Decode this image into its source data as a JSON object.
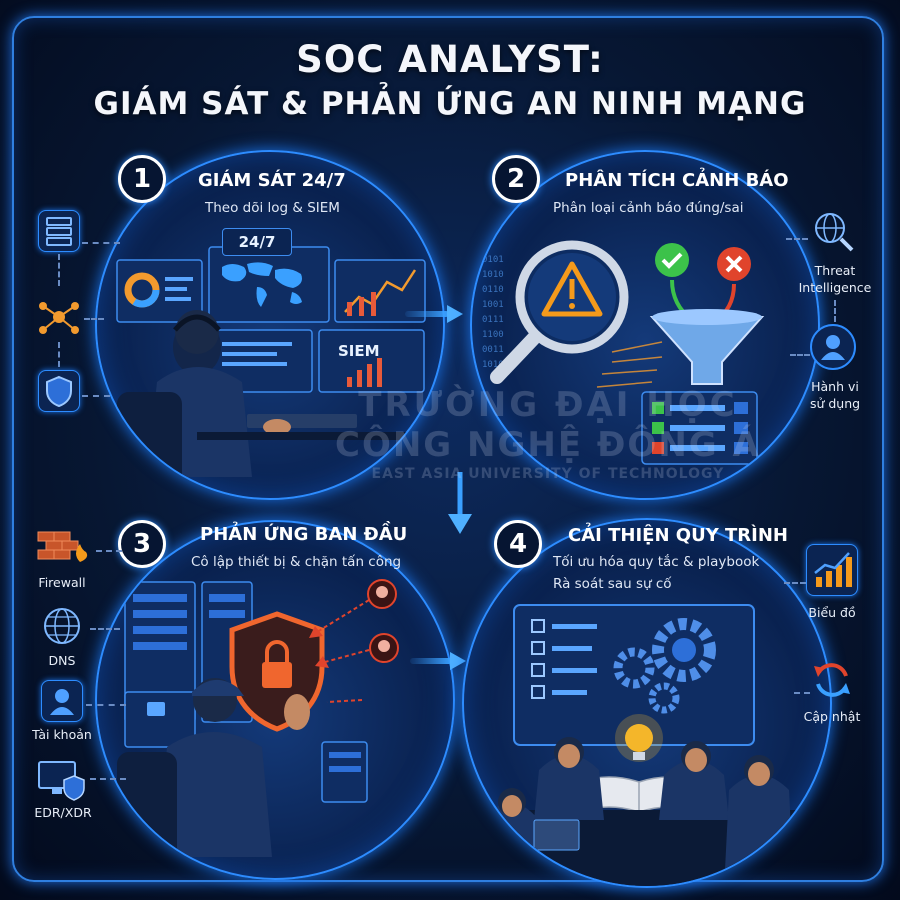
{
  "title": {
    "line1": "SOC ANALYST:",
    "line2": "GIÁM SÁT & PHẢN ỨNG AN NINH MẠNG"
  },
  "steps": [
    {
      "number": "1",
      "title": "GIÁM SÁT 24/7",
      "subtitle": "Theo dõi log & SIEM",
      "screen_labels": [
        "24/7",
        "SIEM"
      ]
    },
    {
      "number": "2",
      "title": "PHÂN TÍCH CẢNH BÁO",
      "subtitle": "Phân loại cảnh báo đúng/sai"
    },
    {
      "number": "3",
      "title": "PHẢN ỨNG BAN ĐẦU",
      "subtitle": "Cô lập thiết bị & chặn tấn công"
    },
    {
      "number": "4",
      "title": "CẢI THIỆN QUY TRÌNH",
      "subtitle": "Tối ưu hóa quy tắc & playbook",
      "subtitle2": "Rà soát sau sự cố"
    }
  ],
  "side_icons": {
    "step1": [
      "server-icon",
      "network-icon",
      "shield-icon"
    ],
    "step2": [
      {
        "icon": "globe-search-icon",
        "label1": "Threat",
        "label2": "Intelligence"
      },
      {
        "icon": "user-icon",
        "label1": "Hành vi",
        "label2": "sử dụng"
      }
    ],
    "step3": [
      {
        "icon": "firewall-icon",
        "label": "Firewall"
      },
      {
        "icon": "globe-icon",
        "label": "DNS"
      },
      {
        "icon": "user-icon",
        "label": "Tài khoản"
      },
      {
        "icon": "monitor-shield-icon",
        "label": "EDR/XDR"
      }
    ],
    "step4": [
      {
        "icon": "bar-chart-icon",
        "label": "Biểu đồ"
      },
      {
        "icon": "refresh-icon",
        "label": "Cập nhật"
      }
    ]
  },
  "watermark": {
    "line1": "TRƯỜNG ĐẠI HỌC",
    "line2": "CÔNG NGHỆ ĐÔNG Á",
    "line3": "EAST ASIA UNIVERSITY OF TECHNOLOGY"
  },
  "colors": {
    "accent": "#2d8cff",
    "background": "#071733",
    "check": "#3cc24a",
    "cross": "#e0442c",
    "warning": "#f59a1b"
  }
}
